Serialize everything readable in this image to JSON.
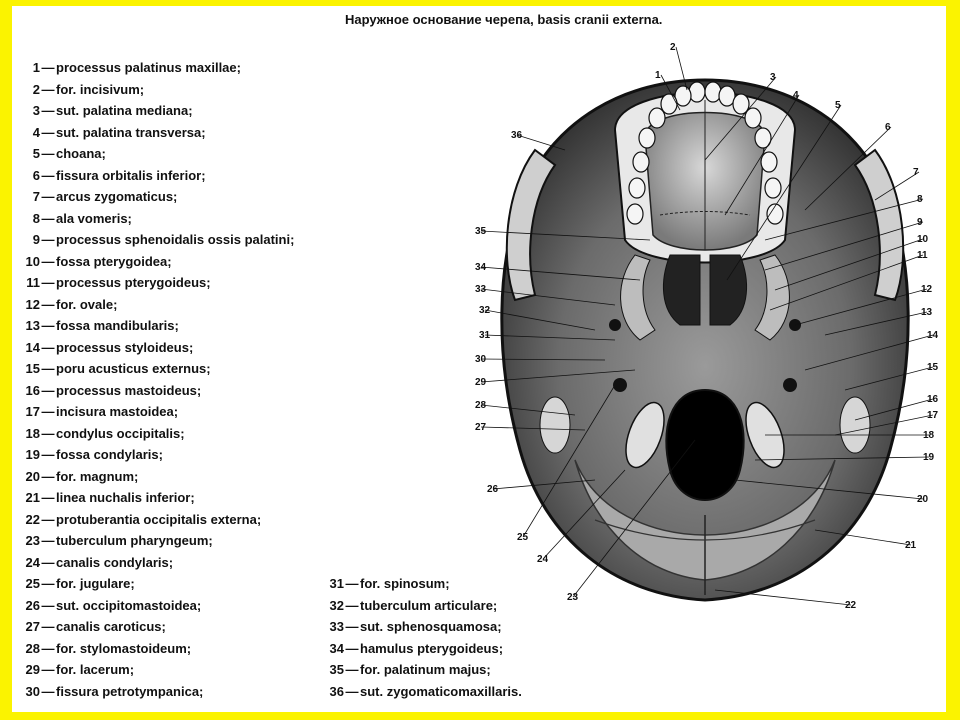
{
  "title": "Наружное основание черепа, basis cranii externa.",
  "legend": [
    {
      "num": "1",
      "text": "processus palatinus maxillae;"
    },
    {
      "num": "2",
      "text": "for. incisivum;"
    },
    {
      "num": "3",
      "text": "sut. palatina mediana;"
    },
    {
      "num": "4",
      "text": "sut. palatina transversa;"
    },
    {
      "num": "5",
      "text": "choana;"
    },
    {
      "num": "6",
      "text": "fissura orbitalis inferior;"
    },
    {
      "num": "7",
      "text": "arcus zygomaticus;"
    },
    {
      "num": "8",
      "text": "ala vomeris;"
    },
    {
      "num": "9",
      "text": "processus sphenoidalis ossis palatini;"
    },
    {
      "num": "10",
      "text": "fossa pterygoidea;"
    },
    {
      "num": "11",
      "text": "processus pterygoideus;"
    },
    {
      "num": "12",
      "text": "for. ovale;"
    },
    {
      "num": "13",
      "text": "fossa mandibularis;"
    },
    {
      "num": "14",
      "text": "processus styloideus;"
    },
    {
      "num": "15",
      "text": "poru acusticus externus;"
    },
    {
      "num": "16",
      "text": "processus mastoideus;"
    },
    {
      "num": "17",
      "text": "incisura mastoidea;"
    },
    {
      "num": "18",
      "text": "condylus occipitalis;"
    },
    {
      "num": "19",
      "text": "fossa condylaris;"
    },
    {
      "num": "20",
      "text": "for. magnum;"
    },
    {
      "num": "21",
      "text": "linea nuchalis inferior;"
    },
    {
      "num": "22",
      "text": "protuberantia occipitalis externa;"
    },
    {
      "num": "23",
      "text": "tuberculum pharyngeum;"
    },
    {
      "num": "24",
      "text": "canalis condylaris;"
    },
    {
      "num": "25",
      "text": "for. jugulare;"
    },
    {
      "num": "26",
      "text": "sut. occipitomastoidea;"
    },
    {
      "num": "27",
      "text": "canalis caroticus;"
    },
    {
      "num": "28",
      "text": "for. stylomastoideum;"
    },
    {
      "num": "29",
      "text": "for. lacerum;"
    },
    {
      "num": "30",
      "text": "fissura petrotympanica;"
    },
    {
      "num": "31",
      "text": "for. spinosum;"
    },
    {
      "num": "32",
      "text": "tuberculum articulare;"
    },
    {
      "num": "33",
      "text": "sut. sphenosquamosa;"
    },
    {
      "num": "34",
      "text": "hamulus pterygoideus;"
    },
    {
      "num": "35",
      "text": "for. palatinum majus;"
    },
    {
      "num": "36",
      "text": "sut. zygomaticomaxillaris."
    }
  ],
  "figure_labels": [
    "1",
    "2",
    "3",
    "4",
    "5",
    "6",
    "7",
    "8",
    "9",
    "10",
    "11",
    "12",
    "13",
    "14",
    "15",
    "16",
    "17",
    "18",
    "19",
    "20",
    "21",
    "22",
    "23",
    "24",
    "25",
    "26",
    "27",
    "28",
    "29",
    "30",
    "31",
    "32",
    "33",
    "34",
    "35",
    "36"
  ],
  "colors": {
    "border": "#fbf300",
    "background": "#ffffff",
    "text": "#111111"
  }
}
